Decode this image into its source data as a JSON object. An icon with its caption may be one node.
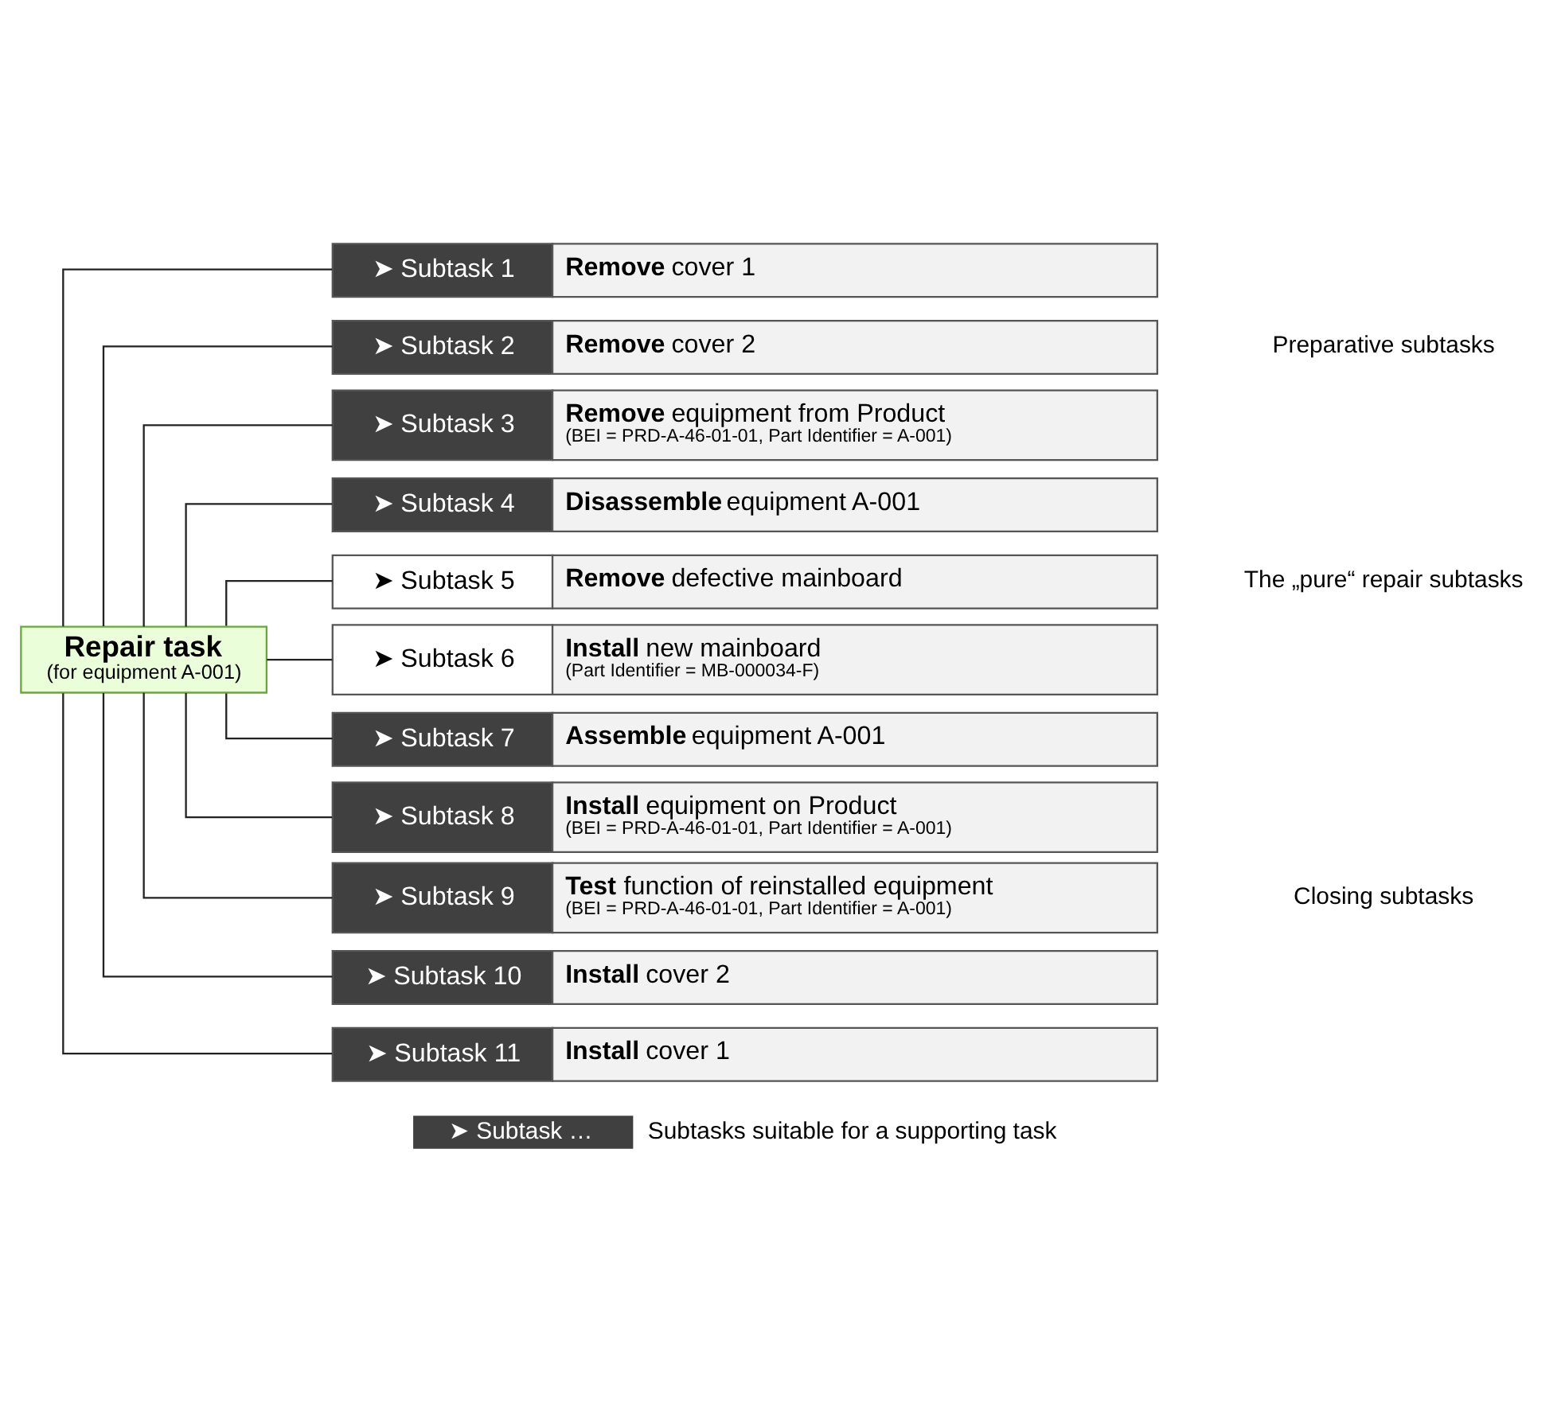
{
  "diagram": {
    "nodes": [
      {
        "text": [
          "Repair task",
          "(for equipment A-001)"
        ]
      },
      {
        "text": [
          "➤ Subtask 1",
          "**Remove** cover 1"
        ]
      },
      {
        "text": [
          "➤ Subtask 2",
          "**Remove** cover 2"
        ]
      },
      {
        "text": [
          "➤ Subtask 3",
          "**Remove** equipment from Product",
          "(BEI = PRD-A-46-01-01, Part Identifier = A-001)"
        ]
      },
      {
        "text": [
          "➤ Subtask 4",
          "**Disassemble** equipment A-001"
        ]
      },
      {
        "text": [
          "➤ Subtask 5",
          "**Remove** defective mainboard"
        ]
      },
      {
        "text": [
          "➤ Subtask 6",
          "**Install** new mainboard",
          "(Part Identifier = MB-000034-F)"
        ]
      },
      {
        "text": [
          "➤ Subtask 7",
          "**Assemble** equipment A-001"
        ]
      },
      {
        "text": [
          "➤ Subtask 8",
          "**Install** equipment on Product",
          "(BEI = PRD-A-46-01-01, Part Identifier = A-001)"
        ]
      },
      {
        "text": [
          "➤ Subtask 9",
          "**Test** function of reinstalled equipment",
          "(BEI = PRD-A-46-01-01, Part Identifier = A-001)"
        ]
      },
      {
        "text": [
          "➤ Subtask 10",
          "**Install** cover 2"
        ]
      },
      {
        "text": [
          "➤ Subtask 11",
          "**Install** cover 1"
        ]
      }
    ],
    "edges": [
      {
        "from": 0,
        "to": 1,
        "arrow": "none"
      },
      {
        "from": 0,
        "to": 2,
        "arrow": "none"
      },
      {
        "from": 0,
        "to": 3,
        "arrow": "none"
      },
      {
        "from": 0,
        "to": 4,
        "arrow": "none"
      },
      {
        "from": 0,
        "to": 5,
        "arrow": "none"
      },
      {
        "from": 0,
        "to": 6,
        "arrow": "none"
      },
      {
        "from": 0,
        "to": 7,
        "arrow": "none"
      },
      {
        "from": 0,
        "to": 8,
        "arrow": "none"
      },
      {
        "from": 0,
        "to": 9,
        "arrow": "none"
      },
      {
        "from": 0,
        "to": 10,
        "arrow": "none"
      },
      {
        "from": 0,
        "to": 11,
        "arrow": "none"
      }
    ],
    "labels": [
      "Preparative subtasks",
      "The „pure“ repair subtasks",
      "Closing subtasks",
      "➤ Subtask …"
    ],
    "legend": [
      {
        "text": "Subtasks suitable for a supporting task",
        "color": "#404040"
      }
    ]
  }
}
